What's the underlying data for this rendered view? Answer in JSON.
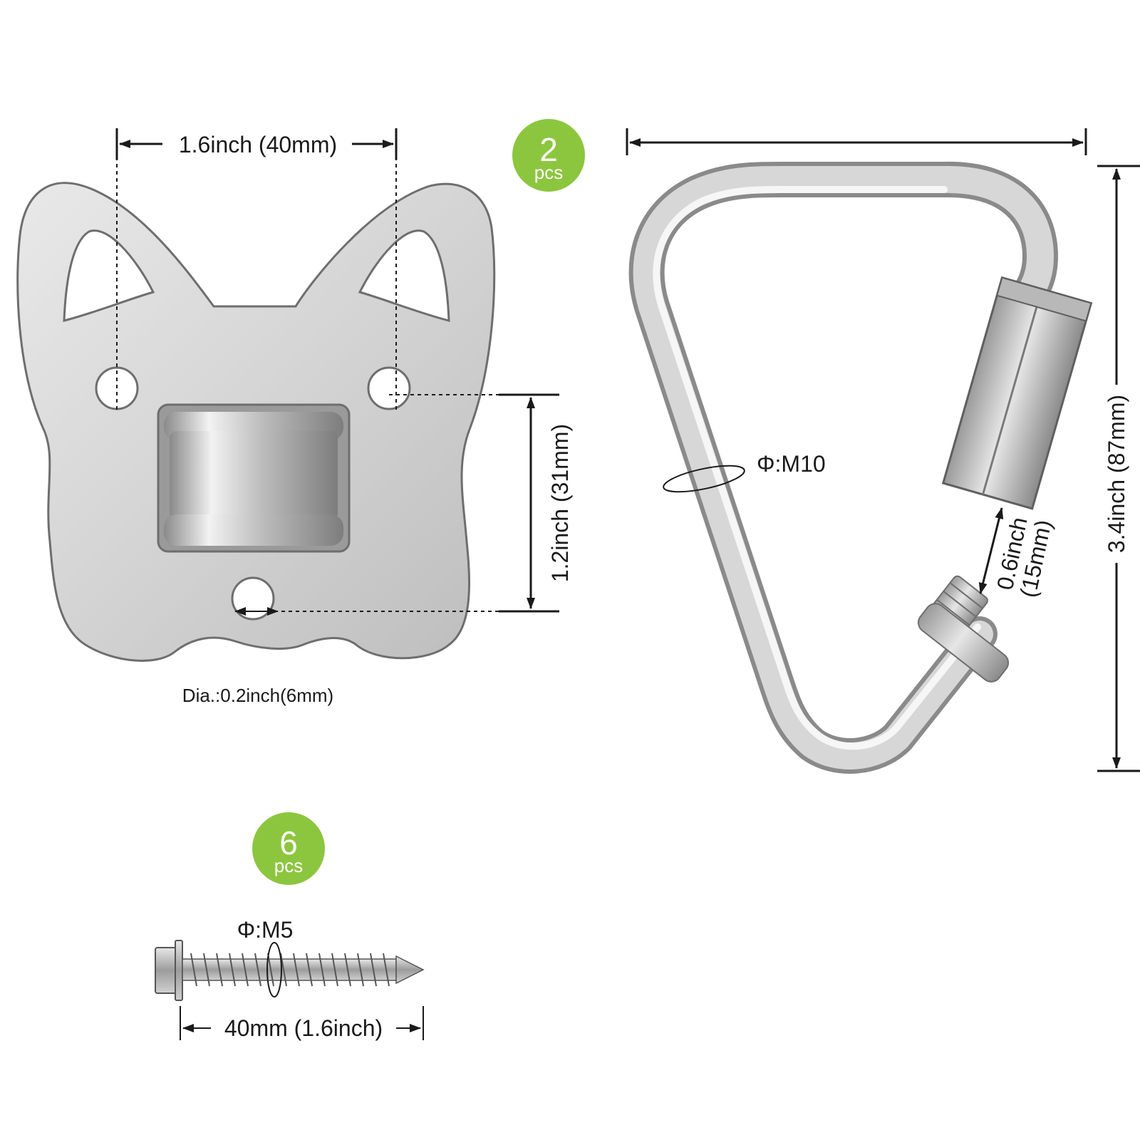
{
  "plate": {
    "quantity": "2",
    "unit": "pcs",
    "width_label": "1.6inch (40mm)",
    "height_label": "1.2inch (31mm)",
    "hole_label": "Dia.:0.2inch(6mm)"
  },
  "carabiner": {
    "diameter_label": "Φ:M10",
    "gate_label_line1": "0.6inch",
    "gate_label_line2": "(15mm)",
    "height_label": "3.4inch (87mm)"
  },
  "screw": {
    "quantity": "6",
    "unit": "pcs",
    "diameter_label": "Φ:M5",
    "length_label": "40mm (1.6inch)"
  },
  "colors": {
    "badge": "#8cc63f",
    "metal": "#c9c9c9",
    "metal_dark": "#8e8e8e",
    "line": "#1a1a1a"
  }
}
